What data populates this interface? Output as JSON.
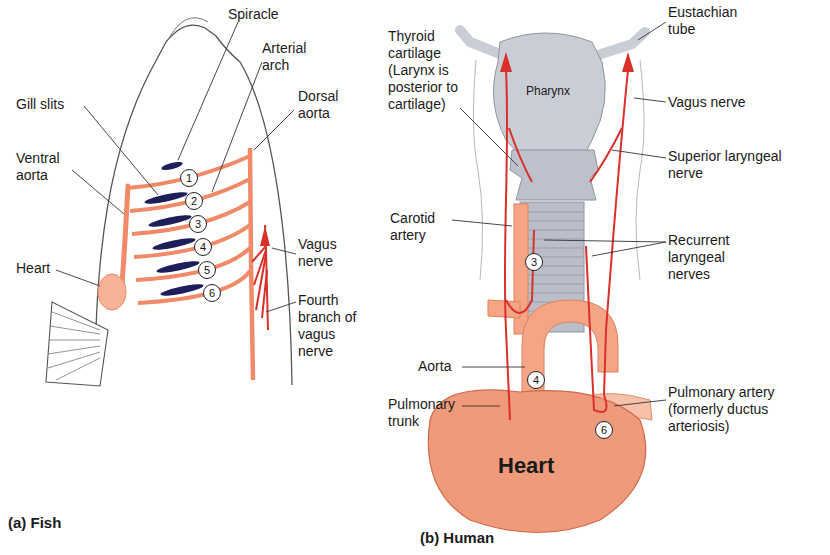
{
  "diagram": {
    "nodes": [
      {
        "text": [
          "1"
        ]
      },
      {
        "text": [
          "2"
        ]
      },
      {
        "text": [
          "3"
        ]
      },
      {
        "text": [
          "4"
        ]
      },
      {
        "text": [
          "5"
        ]
      },
      {
        "text": [
          "6"
        ]
      },
      {
        "text": [
          "3"
        ]
      },
      {
        "text": [
          "4"
        ]
      },
      {
        "text": [
          "6"
        ]
      }
    ],
    "labels": [
      "Spiracle",
      "Arterial arch",
      "Gill slits",
      "Ventral aorta",
      "Dorsal aorta",
      "Heart",
      "Vagus nerve",
      "Fourth branch of vagus nerve",
      "(a) Fish",
      "Eustachian tube",
      "Thyroid cartilage (Larynx is posterior to cartilage)",
      "Pharynx",
      "Vagus nerve",
      "Superior laryngeal nerve",
      "Carotid artery",
      "Recurrent laryngeal nerves",
      "Aorta",
      "Pulmonary trunk",
      "Pulmonary artery (formerly ductus arteriosis)",
      "Heart",
      "(b) Human"
    ]
  }
}
